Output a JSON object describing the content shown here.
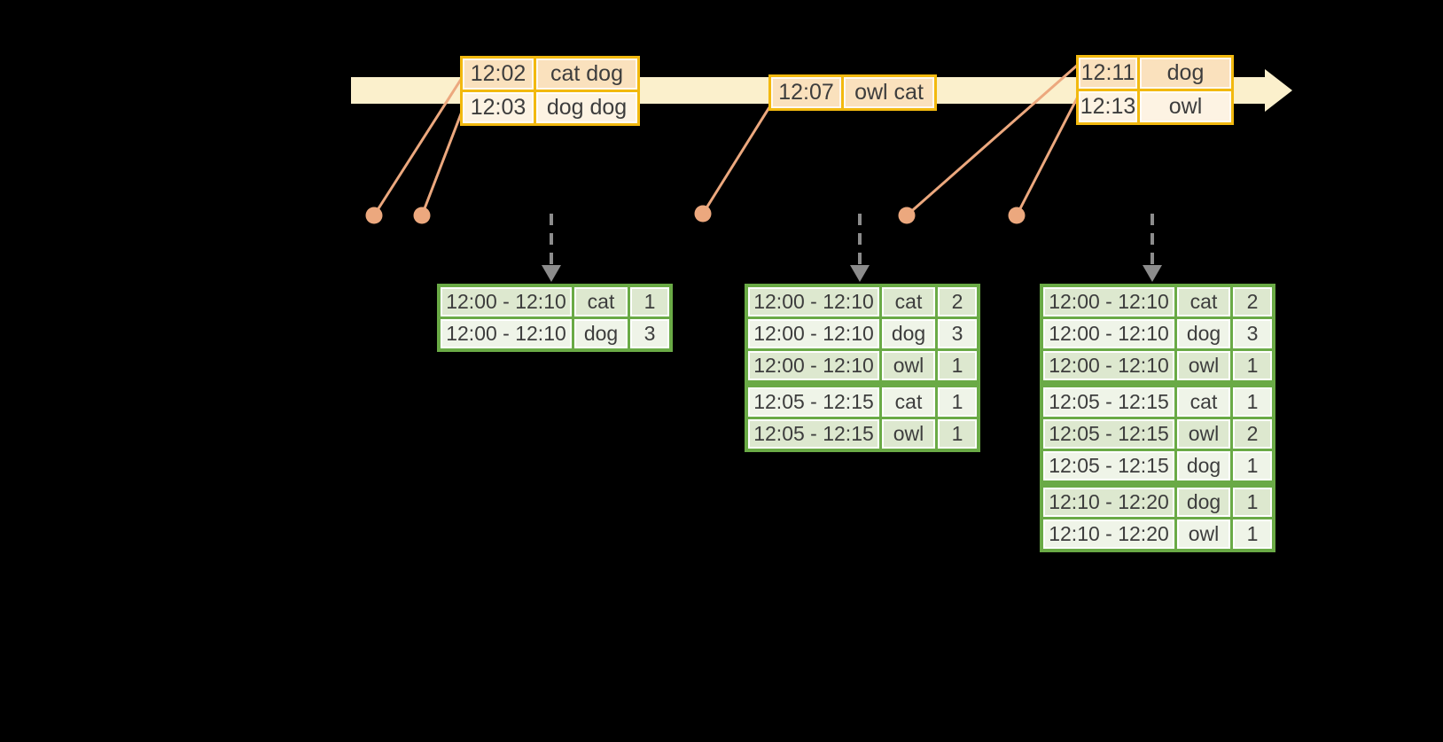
{
  "diagram": {
    "title": "streaming-windowed-word-count-diagram",
    "event_stream": {
      "batches": [
        {
          "events": [
            {
              "time": "12:02",
              "words": "cat dog"
            },
            {
              "time": "12:03",
              "words": "dog dog"
            }
          ]
        },
        {
          "events": [
            {
              "time": "12:07",
              "words": "owl cat"
            }
          ]
        },
        {
          "events": [
            {
              "time": "12:11",
              "words": "dog"
            },
            {
              "time": "12:13",
              "words": "owl"
            }
          ]
        }
      ]
    },
    "result_tables": [
      {
        "rows": [
          {
            "window": "12:00 - 12:10",
            "word": "cat",
            "count": "1"
          },
          {
            "window": "12:00 - 12:10",
            "word": "dog",
            "count": "3"
          }
        ]
      },
      {
        "rows": [
          {
            "window": "12:00 - 12:10",
            "word": "cat",
            "count": "2"
          },
          {
            "window": "12:00 - 12:10",
            "word": "dog",
            "count": "3"
          },
          {
            "window": "12:00 - 12:10",
            "word": "owl",
            "count": "1"
          },
          {
            "window": "12:05 - 12:15",
            "word": "cat",
            "count": "1"
          },
          {
            "window": "12:05 - 12:15",
            "word": "owl",
            "count": "1"
          }
        ]
      },
      {
        "rows": [
          {
            "window": "12:00 - 12:10",
            "word": "cat",
            "count": "2"
          },
          {
            "window": "12:00 - 12:10",
            "word": "dog",
            "count": "3"
          },
          {
            "window": "12:00 - 12:10",
            "word": "owl",
            "count": "1"
          },
          {
            "window": "12:05 - 12:15",
            "word": "cat",
            "count": "1"
          },
          {
            "window": "12:05 - 12:15",
            "word": "owl",
            "count": "2"
          },
          {
            "window": "12:05 - 12:15",
            "word": "dog",
            "count": "1"
          },
          {
            "window": "12:10 - 12:20",
            "word": "dog",
            "count": "1"
          },
          {
            "window": "12:10 - 12:20",
            "word": "owl",
            "count": "1"
          }
        ]
      }
    ],
    "colors": {
      "background": "#000000",
      "timeline_band": "#fbf0cc",
      "event_table_border": "#f2b90f",
      "event_row_dark": "#fae1bd",
      "event_row_light": "#fdf3e3",
      "connector": "#eca87e",
      "trigger_arrow": "#8c8c8c",
      "result_table_border": "#6aaa46",
      "result_row_dark": "#dde8cf",
      "result_row_light": "#eff4e8",
      "text": "#3d3d3d"
    }
  }
}
